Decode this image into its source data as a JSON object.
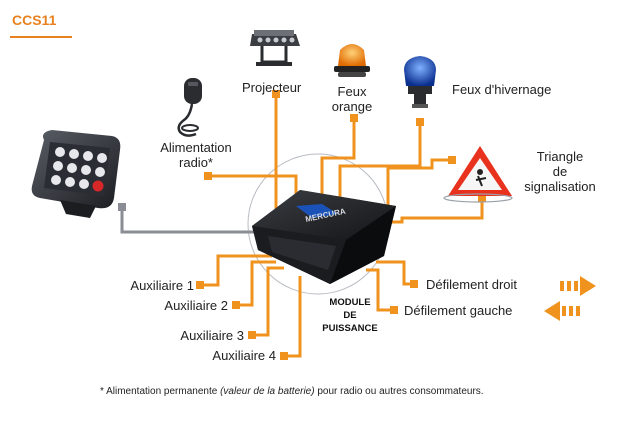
{
  "title": "CCS11",
  "colors": {
    "orange": "#f0931e",
    "grey": "#8a8d93",
    "dark": "#1f2125",
    "accent_blue": "#1a56c8"
  },
  "devices": {
    "projector": {
      "label": "Projecteur",
      "icon": "work-light-icon"
    },
    "orange_light": {
      "label_line1": "Feux",
      "label_line2": "orange",
      "icon": "orange-beacon-icon"
    },
    "winter_light": {
      "label": "Feux d'hivernage",
      "icon": "blue-beacon-icon"
    },
    "triangle": {
      "label_line1": "Triangle",
      "label_line2": "de",
      "label_line3": "signalisation",
      "icon": "warning-triangle-icon"
    },
    "radio": {
      "label_line1": "Alimentation",
      "label_line2": "radio*",
      "icon": "microphone-icon"
    },
    "remote": {
      "icon": "control-keypad-icon"
    }
  },
  "auxiliaries": [
    "Auxiliaire 1",
    "Auxiliaire 2",
    "Auxiliaire 3",
    "Auxiliaire 4"
  ],
  "scroll": {
    "right": "Défilement droit",
    "left": "Défilement gauche"
  },
  "module": {
    "line1": "MODULE",
    "line2": "DE",
    "line3": "PUISSANCE",
    "brand": "MERCURA"
  },
  "footnote": {
    "prefix": "* Alimentation permanente ",
    "italic": "(valeur de la batterie)",
    "suffix": " pour radio ou autres consommateurs."
  }
}
